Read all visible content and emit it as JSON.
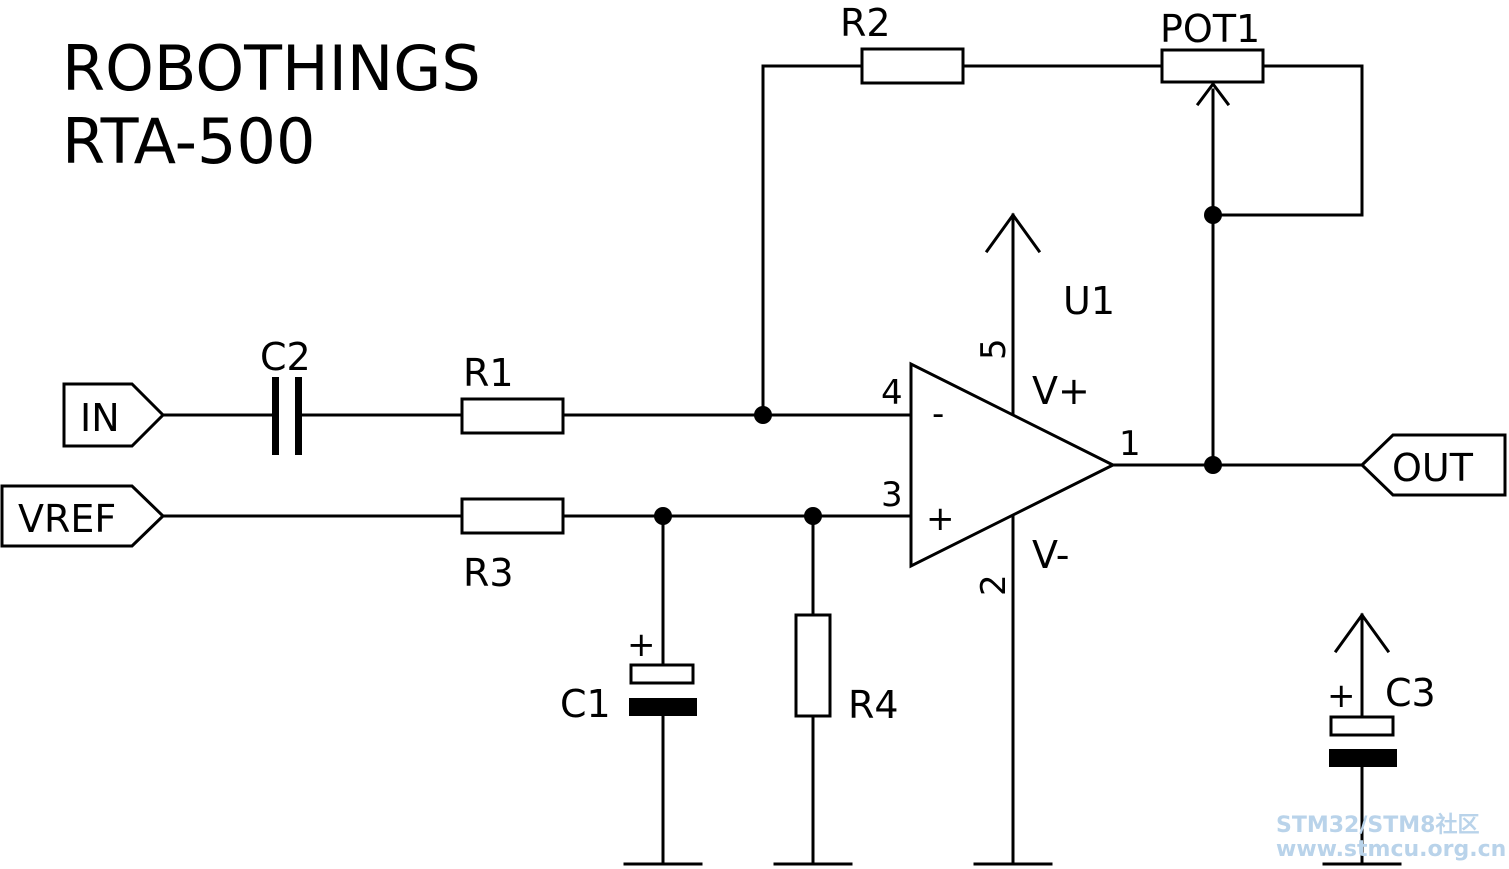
{
  "title": {
    "line1": "ROBOTHINGS",
    "line2": "RTA-500"
  },
  "components": {
    "r1": "R1",
    "r2": "R2",
    "r3": "R3",
    "r4": "R4",
    "c1": "C1",
    "c2": "C2",
    "c3": "C3",
    "pot1": "POT1",
    "u1": "U1"
  },
  "ports": {
    "in": "IN",
    "vref": "VREF",
    "out": "OUT"
  },
  "opamp": {
    "pin_inv": "4",
    "pin_noninv": "3",
    "pin_out": "1",
    "pin_vplus": "5",
    "pin_vminus": "2",
    "sym_inv": "-",
    "sym_noninv": "+",
    "vplus_label": "V+",
    "vminus_label": "V-"
  },
  "polarity": {
    "c1_plus": "+",
    "c3_plus": "+"
  },
  "watermark": {
    "line1": "STM32/STM8社区",
    "line2": "www.stmcu.org.cn"
  },
  "colors": {
    "ink": "#000000",
    "background": "#ffffff",
    "watermark": "#b9d3ea"
  }
}
